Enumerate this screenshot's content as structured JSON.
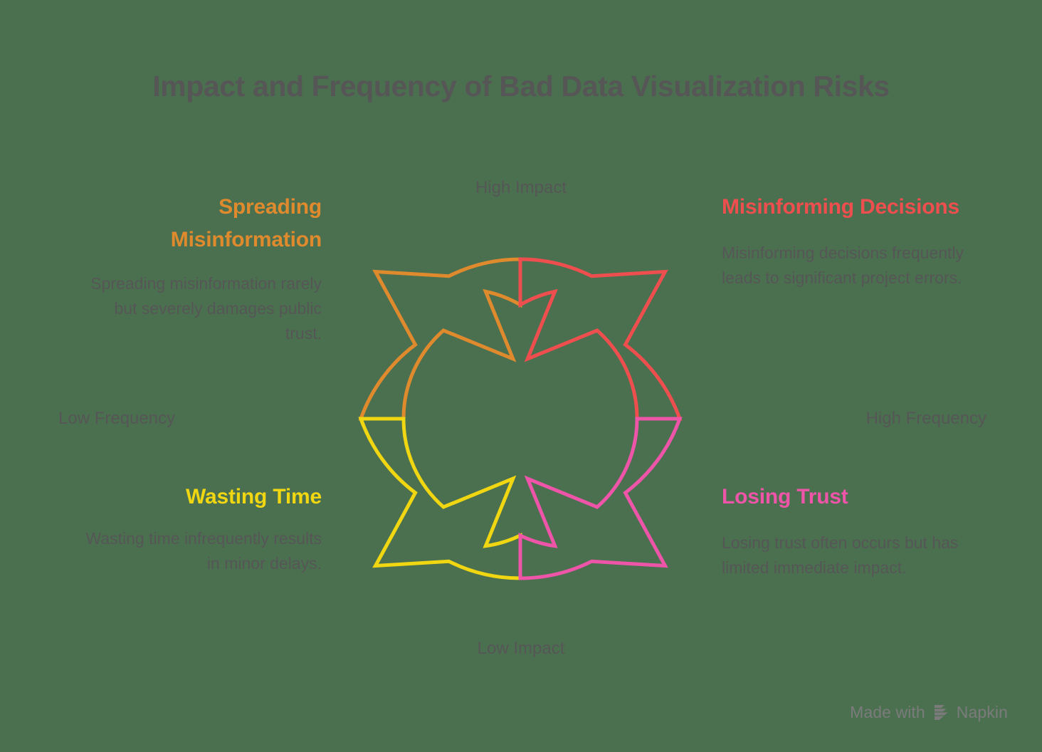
{
  "page": {
    "background_color": "#4b7050",
    "title": "Impact and Frequency of Bad Data Visualization Risks",
    "title_color": "#565656"
  },
  "axes": {
    "top": "High Impact",
    "bottom": "Low Impact",
    "left": "Low Frequency",
    "right": "High Frequency"
  },
  "quadrants": [
    {
      "id": "top-left",
      "heading": "Spreading Misinformation",
      "body": "Spreading misinformation rarely but severely damages public trust.",
      "color": "#e08a2e",
      "position": "Low Frequency / High Impact"
    },
    {
      "id": "top-right",
      "heading": "Misinforming Decisions",
      "body": "Misinforming decisions frequently leads to significant project errors.",
      "color": "#ef4e4e",
      "position": "High Frequency / High Impact"
    },
    {
      "id": "bottom-left",
      "heading": "Wasting Time",
      "body": "Wasting time infrequently results in minor delays.",
      "color": "#f0d711",
      "position": "Low Frequency / Low Impact"
    },
    {
      "id": "bottom-right",
      "heading": "Losing Trust",
      "body": "Losing trust often occurs but has limited immediate impact.",
      "color": "#ee54a8",
      "position": "High Frequency / Low Impact"
    }
  ],
  "watermark": {
    "prefix": "Made with",
    "brand": "Napkin",
    "icon": "napkin-logo-icon",
    "color": "#7b7b7b"
  },
  "chart_data": {
    "type": "quadrant-diagram",
    "title": "Impact and Frequency of Bad Data Visualization Risks",
    "xlabel": "Frequency",
    "ylabel": "Impact",
    "x_axis_ticks": [
      "Low Frequency",
      "High Frequency"
    ],
    "y_axis_ticks": [
      "Low Impact",
      "High Impact"
    ],
    "legend": "none",
    "grid": false,
    "points": [
      {
        "label": "Spreading Misinformation",
        "frequency": "low",
        "impact": "high",
        "color": "#e08a2e"
      },
      {
        "label": "Misinforming Decisions",
        "frequency": "high",
        "impact": "high",
        "color": "#ef4e4e"
      },
      {
        "label": "Wasting Time",
        "frequency": "low",
        "impact": "low",
        "color": "#f0d711"
      },
      {
        "label": "Losing Trust",
        "frequency": "high",
        "impact": "low",
        "color": "#ee54a8"
      }
    ]
  }
}
